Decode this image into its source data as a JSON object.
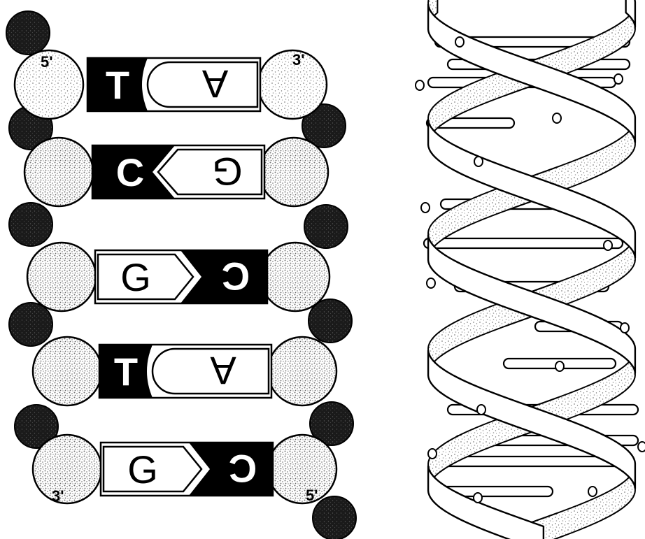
{
  "diagram": {
    "colors": {
      "ink": "#000000",
      "paper": "#ffffff",
      "sugar_stipple": "#9a9a9a",
      "phosphate": "#111111"
    },
    "pairs": [
      {
        "left": "T",
        "right": "A"
      },
      {
        "left": "C",
        "right": "G"
      },
      {
        "left": "G",
        "right": "C"
      },
      {
        "left": "T",
        "right": "A"
      },
      {
        "left": "G",
        "right": "C"
      }
    ],
    "labels": {
      "top_left": "5'",
      "top_right": "3'",
      "bottom_left": "3'",
      "bottom_right": "5'"
    }
  }
}
